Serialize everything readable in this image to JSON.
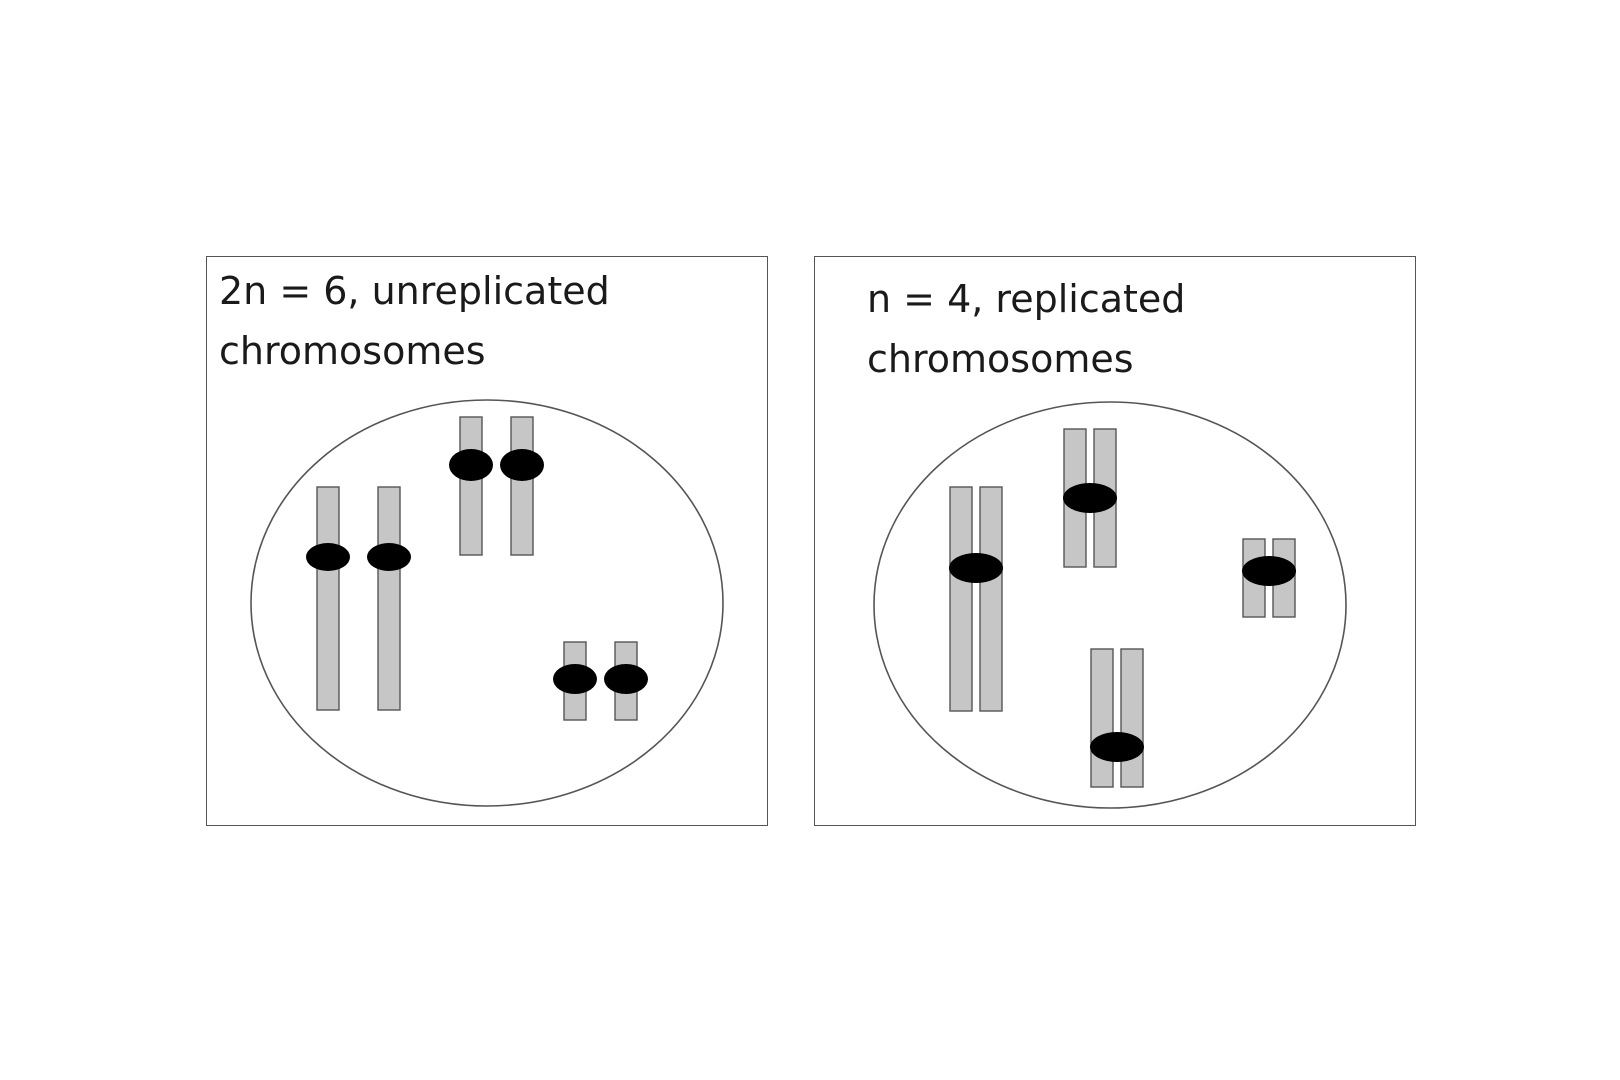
{
  "colors": {
    "chromatid_fill": "#c6c6c6",
    "chromatid_stroke": "#555555",
    "centromere": "#000000",
    "cell_outline": "#555555"
  },
  "panels": [
    {
      "id": "left",
      "label_line1": "2n = 6, unreplicated",
      "label_line2": "chromosomes",
      "ploidy": "2n",
      "chromosome_count": 6,
      "state": "unreplicated"
    },
    {
      "id": "right",
      "label_line1": "n = 4, replicated",
      "label_line2": "chromosomes",
      "ploidy": "n",
      "chromosome_count": 4,
      "state": "replicated"
    }
  ]
}
